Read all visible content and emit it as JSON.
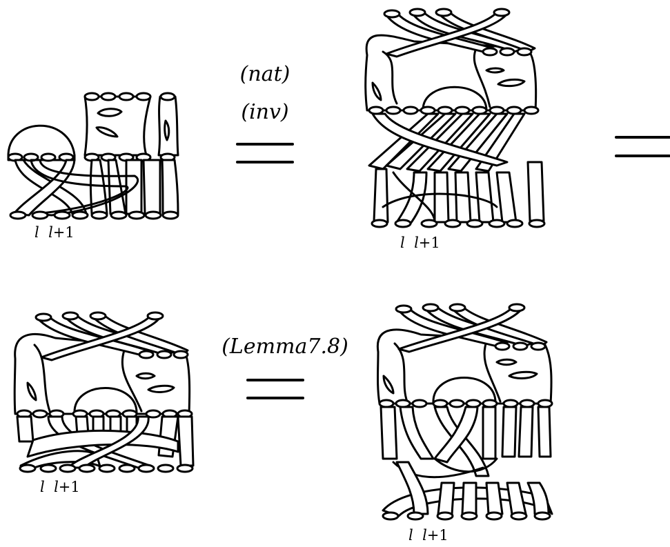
{
  "equations": [
    {
      "label_lines": [
        "(nat)",
        "(inv)"
      ],
      "symbol": "="
    },
    {
      "label_lines": [],
      "symbol": "="
    },
    {
      "label_lines": [
        "(Lemma7.8)"
      ],
      "symbol": "="
    }
  ],
  "index_labels": {
    "left": "l",
    "right_var": "l",
    "right_op": "+",
    "right_num": "1"
  },
  "line_color": "#000000",
  "tube_fill": "#ffffff"
}
